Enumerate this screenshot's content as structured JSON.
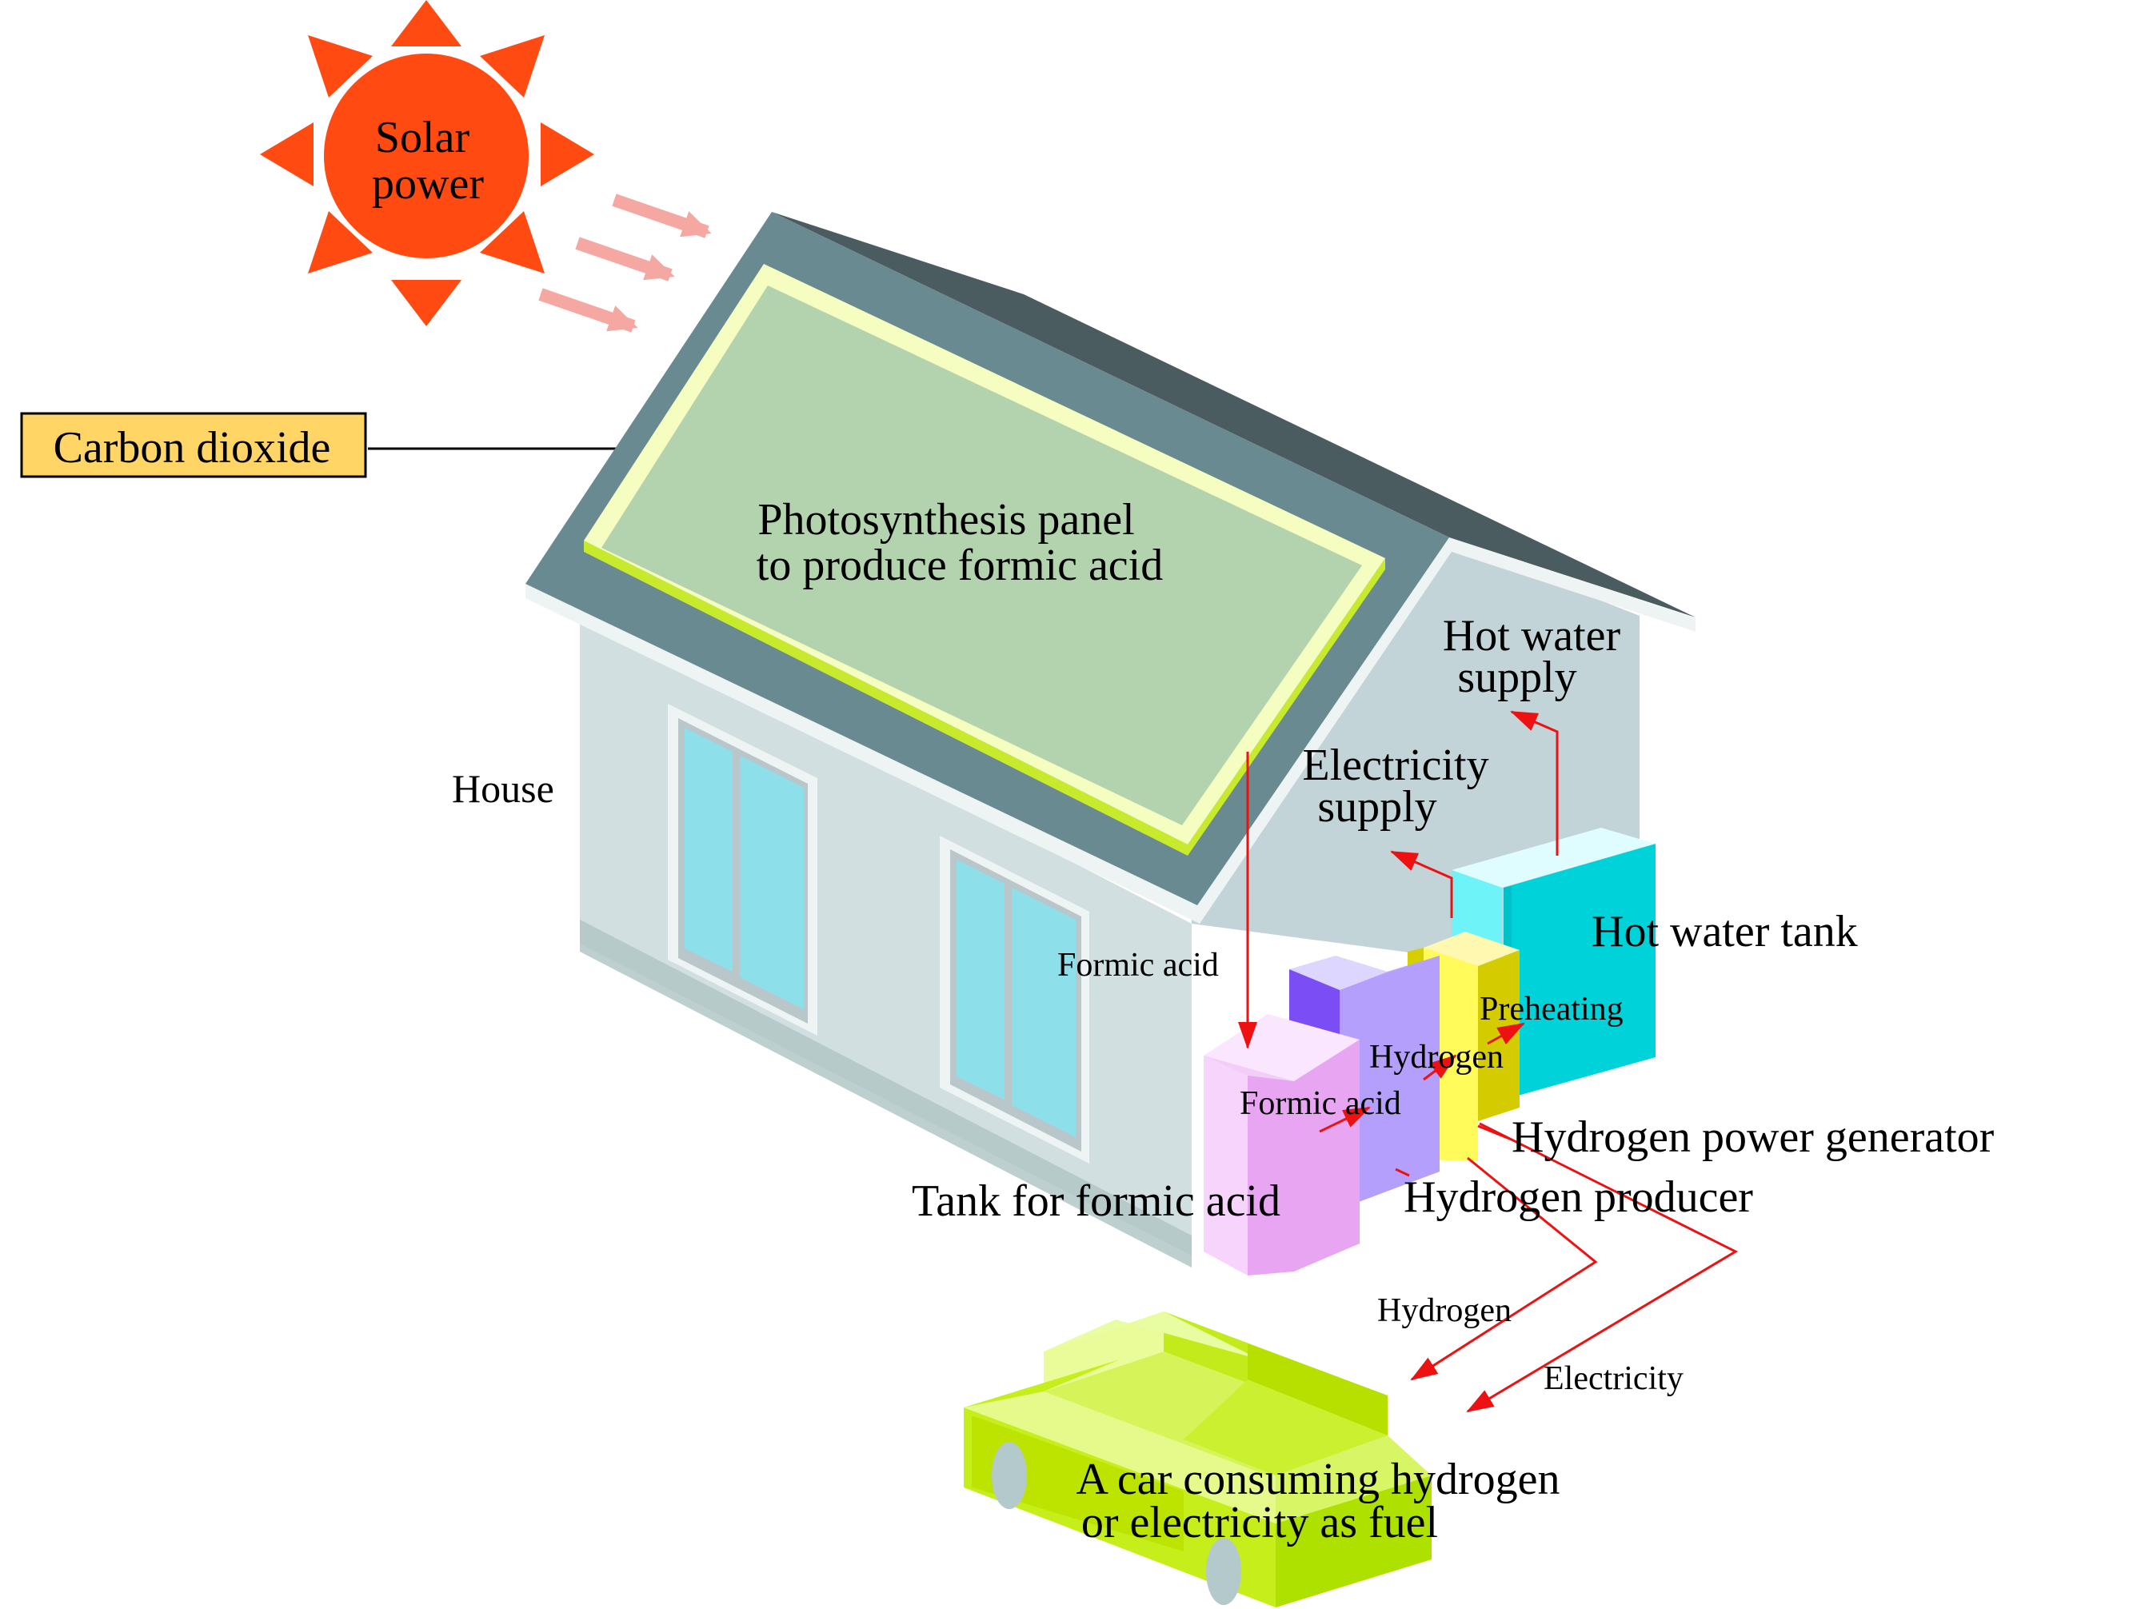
{
  "labels": {
    "sun": [
      "Solar",
      "power"
    ],
    "co2": "Carbon dioxide",
    "panel": [
      "Photosynthesis panel",
      "to produce formic acid"
    ],
    "house": "House",
    "hot_water_supply": [
      "Hot water",
      "supply"
    ],
    "electricity_supply": [
      "Electricity",
      "supply"
    ],
    "formic_acid_flow": "Formic acid",
    "hot_water_tank": "Hot water tank",
    "preheating": "Preheating",
    "hydrogen_flow": "Hydrogen",
    "formic_acid_inner": "Formic acid",
    "generator": "Hydrogen power generator",
    "formic_tank": "Tank for formic acid",
    "producer": "Hydrogen producer",
    "car_hydrogen": "Hydrogen",
    "car_electricity": "Electricity",
    "car": [
      "A car consuming hydrogen",
      "or electricity as fuel"
    ]
  },
  "colors": {
    "sun": "#ff4a12",
    "co2_box": "#ffd566",
    "arrow": "#ee1111",
    "panel": "#b3d2ae",
    "roof": "#6a8a91",
    "wall": "#d2dfe1",
    "window": "#8de0ea",
    "formic_tank": "#e8a6f2",
    "producer": "#7a4df5",
    "generator": "#fff14f",
    "hot_tank": "#1ee6ee",
    "car": "#c6ee1a"
  }
}
